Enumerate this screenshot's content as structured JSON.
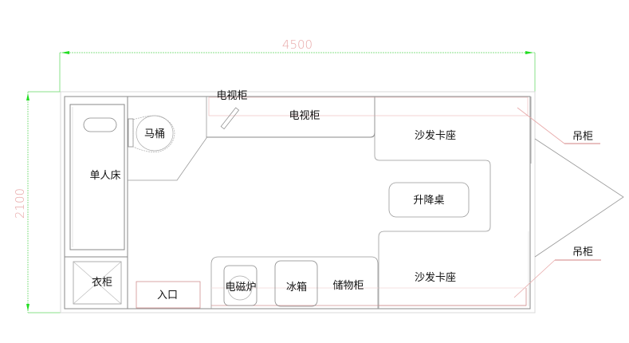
{
  "title": "房车平面布局图",
  "dimensions": {
    "length": "4500",
    "width": "2100"
  },
  "rooms": {
    "bed": "单人床",
    "wardrobe": "衣柜",
    "toilet": "马桶",
    "tv_cabinet_callout": "电视柜",
    "tv_cabinet": "电视柜",
    "entrance": "入口",
    "induction_cooker": "电磁炉",
    "fridge": "冰箱",
    "storage_cabinet": "储物柜",
    "sofa_top": "沙发卡座",
    "sofa_bottom": "沙发卡座",
    "lift_table": "升降桌",
    "hanging_cabinet_top": "吊柜",
    "hanging_cabinet_bottom": "吊柜"
  },
  "colors": {
    "dimension_line": "#33dd33",
    "dimension_text": "#e8a8a8",
    "wall": "#8a8a8a",
    "furniture": "#999999",
    "annotation": "#d08080"
  }
}
